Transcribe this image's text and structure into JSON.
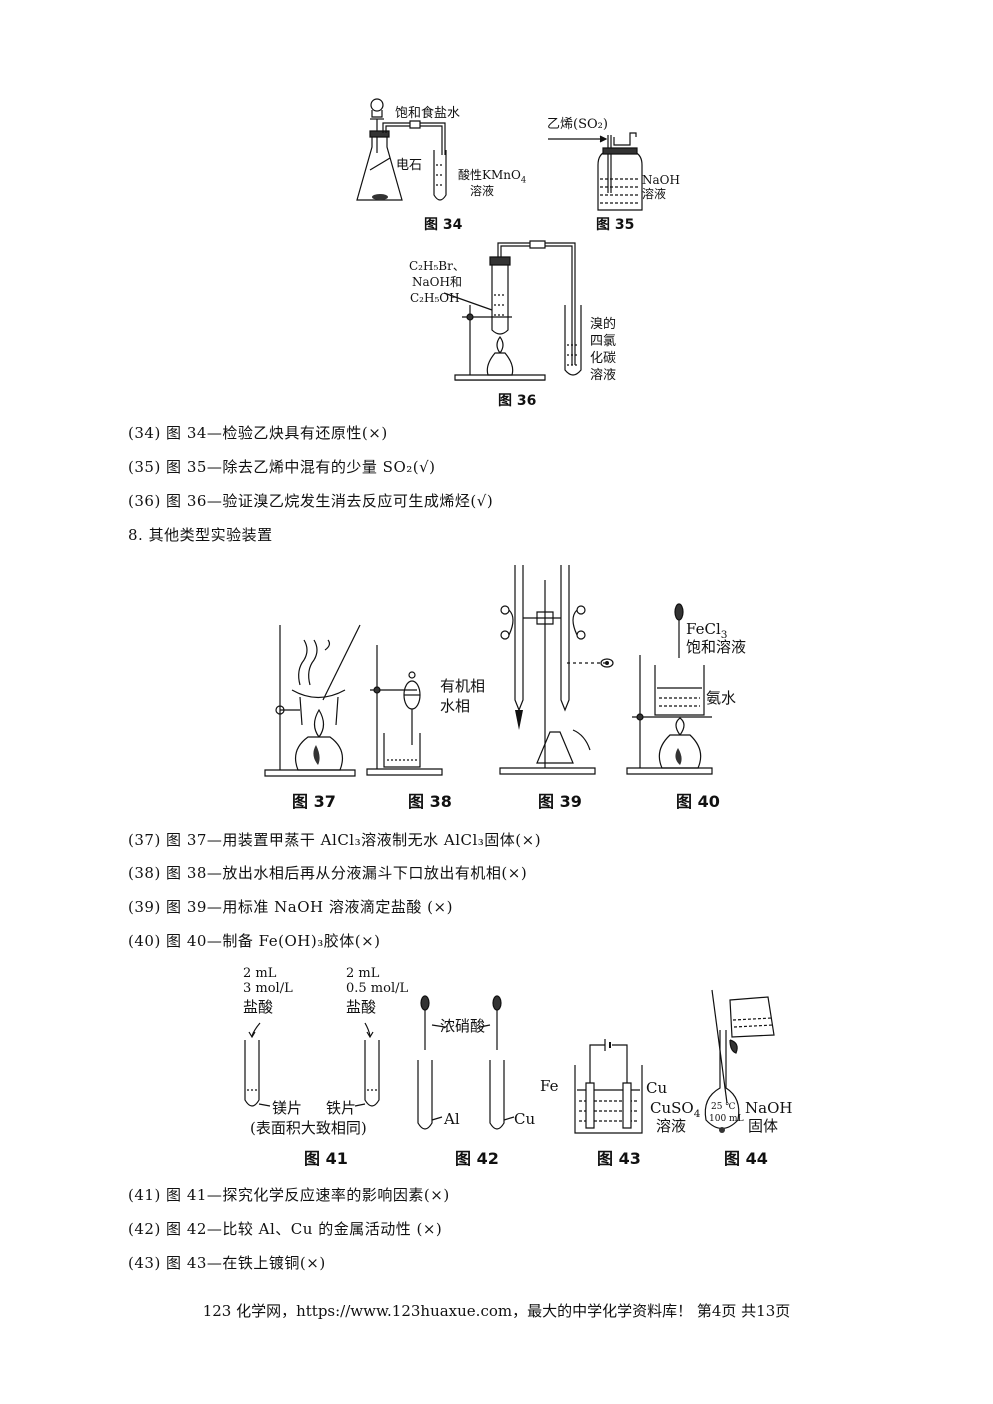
{
  "figures": {
    "f34": {
      "caption": "图 34",
      "label_brine": "饱和食盐水",
      "label_carbide": "电石",
      "label_kmno4_1": "酸性KMnO",
      "label_kmno4_sub": "4",
      "label_kmno4_2": "溶液"
    },
    "f35": {
      "caption": "图 35",
      "label_gas": "乙烯(SO₂)",
      "label_naoh_1": "NaOH",
      "label_naoh_2": "溶液"
    },
    "f36": {
      "caption": "图 36",
      "label_r1": "C₂H₅Br、",
      "label_r2": "NaOH和",
      "label_r3": "C₂H₅OH",
      "label_b1": "溴的",
      "label_b2": "四氯",
      "label_b3": "化碳",
      "label_b4": "溶液"
    },
    "f37": {
      "caption": "图 37"
    },
    "f38": {
      "caption": "图 38",
      "label_org": "有机相",
      "label_aq": "水相"
    },
    "f39": {
      "caption": "图 39"
    },
    "f40": {
      "caption": "图 40",
      "label_fecl3_1": "FeCl",
      "label_fecl3_sub": "3",
      "label_fecl3_2": "饱和溶液",
      "label_nh3": "氨水"
    },
    "f41": {
      "caption": "图 41",
      "t1_1": "2 mL",
      "t1_2": "3 mol/L",
      "t1_3": "盐酸",
      "t2_1": "2 mL",
      "t2_2": "0.5 mol/L",
      "t2_3": "盐酸",
      "mg": "镁片",
      "fe": "铁片",
      "note": "(表面积大致相同)"
    },
    "f42": {
      "caption": "图 42",
      "acid": "浓硝酸",
      "al": "Al",
      "cu": "Cu"
    },
    "f43": {
      "caption": "图 43",
      "fe": "Fe",
      "cu": "Cu",
      "cuso4_1": "CuSO",
      "cuso4_sub": "4",
      "cuso4_2": "溶液"
    },
    "f44": {
      "caption": "图 44",
      "temp": "25 ℃",
      "vol": "100 mL",
      "naoh_1": "NaOH",
      "naoh_2": "固体"
    }
  },
  "items": [
    {
      "text": "(34)  图 34—检验乙炔具有还原性(×)"
    },
    {
      "text": "(35)  图 35—除去乙烯中混有的少量 SO₂(√)"
    },
    {
      "text": "(36)  图 36—验证溴乙烷发生消去反应可生成烯烃(√)"
    },
    {
      "text": "8. 其他类型实验装置"
    },
    {
      "text": "(37)  图 37—用装置甲蒸干 AlCl₃溶液制无水 AlCl₃固体(×)"
    },
    {
      "text": "(38)  图 38—放出水相后再从分液漏斗下口放出有机相(×)"
    },
    {
      "text": "(39)  图 39—用标准 NaOH 溶液滴定盐酸 (×)"
    },
    {
      "text": "(40)  图 40—制备 Fe(OH)₃胶体(×)"
    },
    {
      "text": "(41)  图 41—探究化学反应速率的影响因素(×)"
    },
    {
      "text": "(42)  图 42—比较 Al、Cu 的金属活动性 (×)"
    },
    {
      "text": "(43)  图 43—在铁上镀铜(×)"
    }
  ],
  "footer": "123 化学网，https://www.123huaxue.com，最大的中学化学资料库！   第4页  共13页"
}
